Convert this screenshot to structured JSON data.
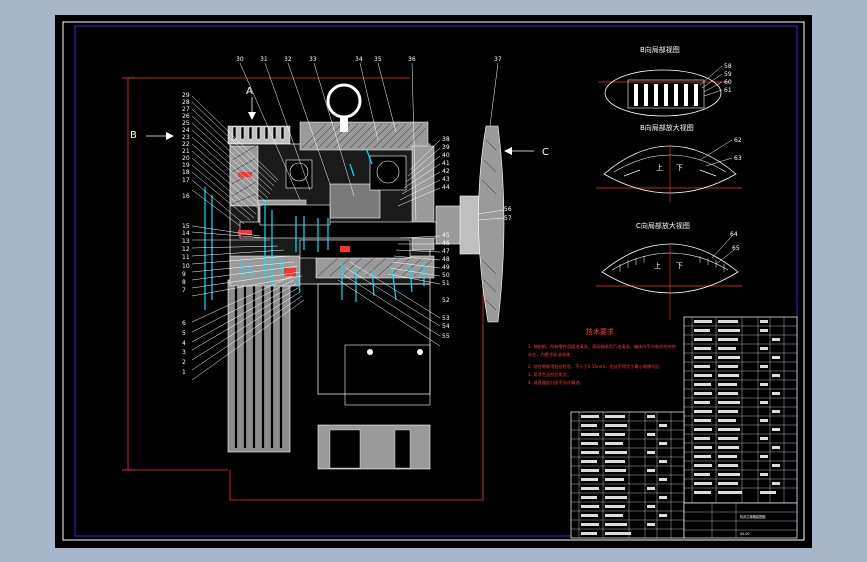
{
  "view_labels": {
    "a": "A",
    "b": "B",
    "c": "C"
  },
  "detail_titles": {
    "b_view": "B向局部视图",
    "b_enlarged": "B向局部放大视图",
    "c_enlarged": "C向局部放大视图"
  },
  "detail_labels": {
    "up": "上",
    "down": "下",
    "b_numbers": [
      "58",
      "59",
      "60",
      "61"
    ],
    "b_enlarged_numbers": [
      "62",
      "63"
    ],
    "c_enlarged_numbers": [
      "64",
      "65"
    ]
  },
  "left_numbers": [
    "29",
    "28",
    "27",
    "26",
    "25",
    "24",
    "23",
    "22",
    "21",
    "20",
    "19",
    "18",
    "17",
    "16",
    "15",
    "14",
    "13",
    "12",
    "11",
    "10",
    "9",
    "8",
    "7",
    "6",
    "5",
    "4",
    "3",
    "2",
    "1"
  ],
  "top_numbers": [
    "30",
    "31",
    "32",
    "33",
    "34",
    "35",
    "36",
    "37"
  ],
  "right_numbers": [
    "38",
    "39",
    "40",
    "41",
    "42",
    "43",
    "44",
    "45",
    "46",
    "47",
    "48",
    "49",
    "50",
    "51",
    "52",
    "53",
    "54",
    "55",
    "56",
    "57"
  ],
  "tech_requirements": {
    "title": "技术要求",
    "lines": [
      "1. 装配前，所有零件用煤油清洗，滚动轴承用汽油清洗，箱体内不许有任何杂物",
      "   存在，内壁涂耐油油漆；",
      "2. 啮合侧隙用铅丝检验，不小于0.16mm，铅丝不得大于最小侧隙4倍；",
      "3. 用涂色法检验斑点；",
      "4. 减速器剖分面不允许漏油。"
    ]
  },
  "title_block": {
    "name": "机床主轴箱装配图",
    "code": "XX-00"
  }
}
